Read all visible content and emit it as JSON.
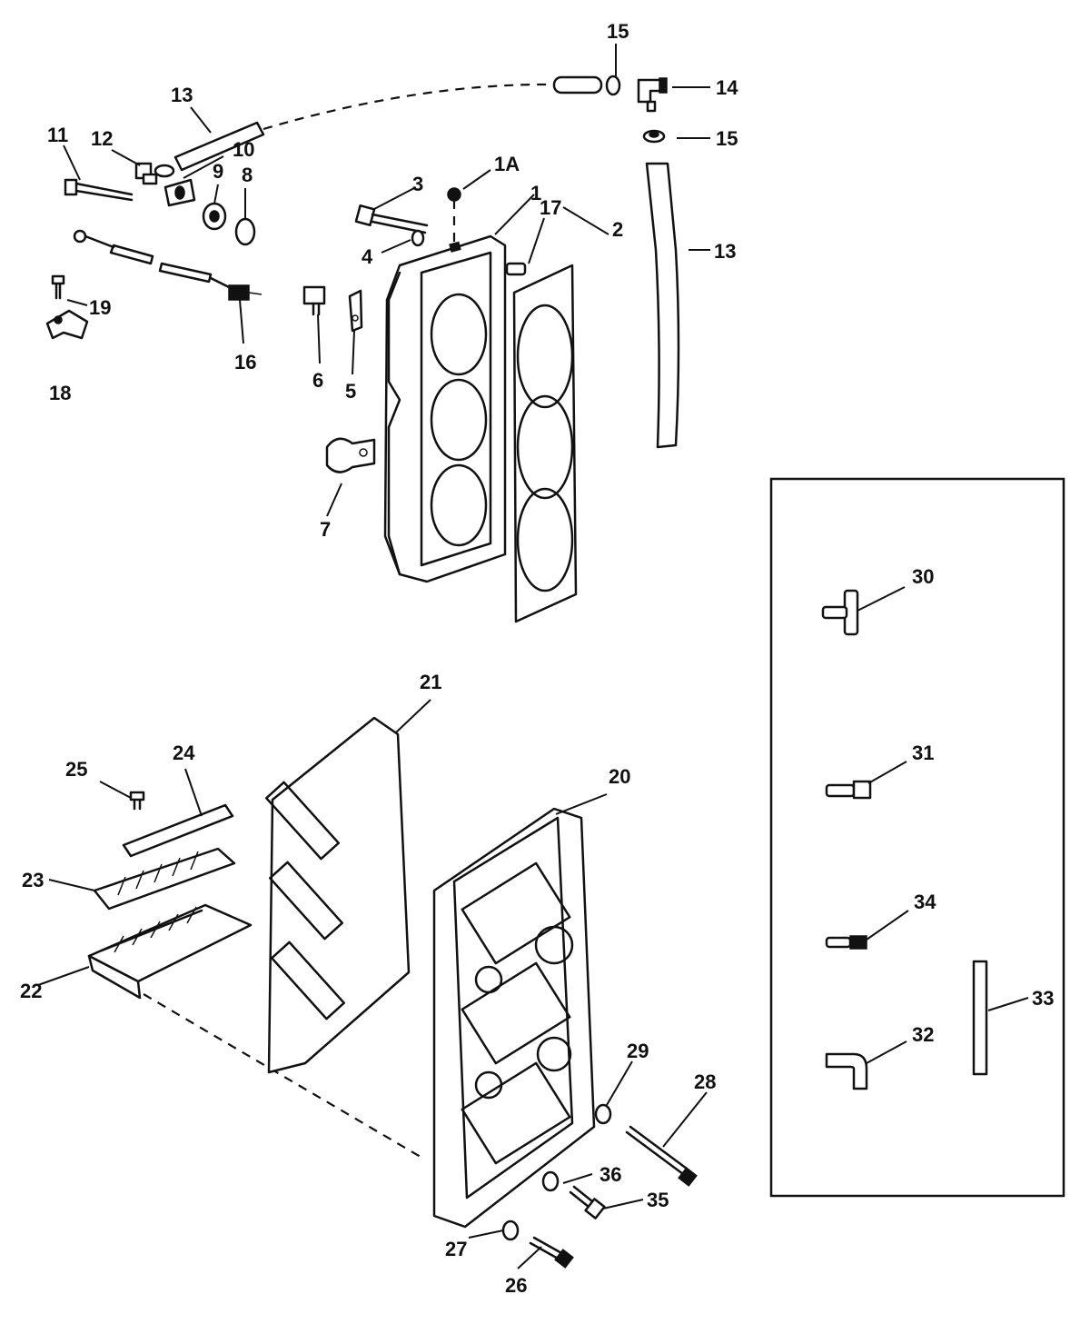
{
  "callouts": {
    "p1": "1",
    "p1a": "1A",
    "p2": "2",
    "p3": "3",
    "p4": "4",
    "p5": "5",
    "p6": "6",
    "p7": "7",
    "p8": "8",
    "p9": "9",
    "p10": "10",
    "p11": "11",
    "p12": "12",
    "p13a": "13",
    "p13b": "13",
    "p14": "14",
    "p15a": "15",
    "p15b": "15",
    "p16": "16",
    "p17": "17",
    "p18": "18",
    "p19": "19",
    "p20": "20",
    "p21": "21",
    "p22": "22",
    "p23": "23",
    "p24": "24",
    "p25": "25",
    "p26": "26",
    "p27": "27",
    "p28": "28",
    "p29": "29",
    "p30": "30",
    "p31": "31",
    "p32": "32",
    "p33": "33",
    "p34": "34",
    "p35": "35",
    "p36": "36"
  }
}
